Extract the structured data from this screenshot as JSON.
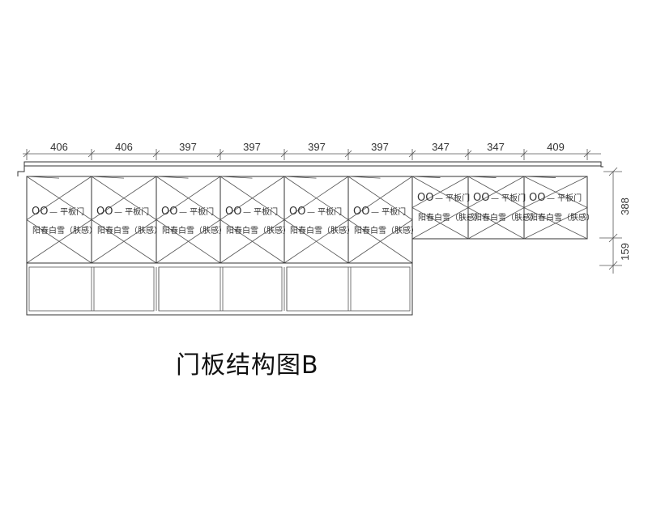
{
  "title": "门板结构图B",
  "top_dimensions": [
    "406",
    "406",
    "397",
    "397",
    "397",
    "397",
    "347",
    "347",
    "409"
  ],
  "right_dimensions": [
    "388",
    "159"
  ],
  "doors": [
    {
      "code": "OO",
      "type": "— 平板门",
      "color": "阳春白雪（肤感）"
    },
    {
      "code": "OO",
      "type": "— 平板门",
      "color": "阳春白雪（肤感）"
    },
    {
      "code": "OO",
      "type": "— 平板门",
      "color": "阳春白雪（肤感）"
    },
    {
      "code": "OO",
      "type": "— 平板门",
      "color": "阳春白雪（肤感）"
    },
    {
      "code": "OO",
      "type": "— 平板门",
      "color": "阳春白雪（肤感）"
    },
    {
      "code": "OO",
      "type": "— 平板门",
      "color": "阳春白雪（肤感）"
    },
    {
      "code": "OO",
      "type": "— 平板门",
      "color": "阳春白雪（肤感）"
    },
    {
      "code": "OO",
      "type": "— 平板门",
      "color": "阳春白雪（肤感）"
    },
    {
      "code": "OO",
      "type": "— 平板门",
      "color": "阳春白雪（肤感）"
    }
  ]
}
